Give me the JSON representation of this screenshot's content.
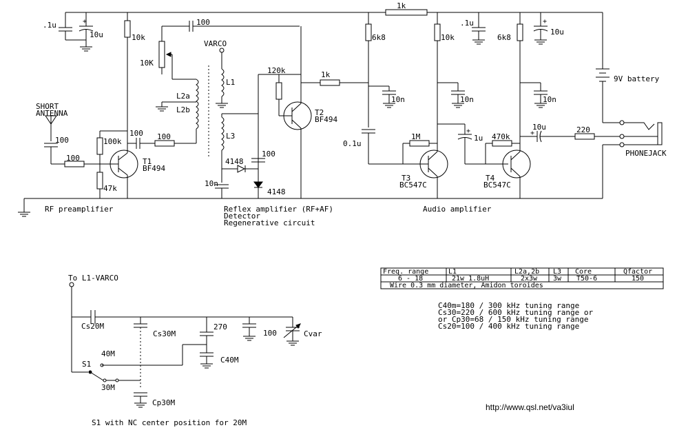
{
  "title": "",
  "sections": {
    "rf": "RF preamplifier",
    "reflex1": "Reflex amplifier (RF+AF)",
    "reflex2": "Detector",
    "reflex3": "Regenerative circuit",
    "audio": "Audio amplifier"
  },
  "components": {
    "c_01u_a": ".1u",
    "c_10u_a": "10u",
    "r_10k_a": "10k",
    "c_100_top": "100",
    "pot_10k": "10K",
    "varco": "VARCO",
    "l1": "L1",
    "l2a": "L2a",
    "l2b": "L2b",
    "l3": "L3",
    "r_120k": "120k",
    "r_1k_mid": "1k",
    "r_1k_top": "1k",
    "r_6k8_a": "6k8",
    "r_10k_b": "10k",
    "c_01u_b": ".1u",
    "r_6k8_b": "6k8",
    "c_10u_b": "10u",
    "battery": "9V battery",
    "short_ant1": "SHORT",
    "short_ant2": "ANTENNA",
    "c_100_ant": "100",
    "r_100_base": "100",
    "r_100k": "100k",
    "r_47k": "47k",
    "c_100_t1": "100",
    "r_100_t1": "100",
    "t1": "T1",
    "t1m": "BF494",
    "t2": "T2",
    "t2m": "BF494",
    "d_4148_a": "4148",
    "d_4148_b": "4148",
    "c_100_det": "100",
    "c_10n_det": "10n",
    "c_10n_a": "10n",
    "c_10n_b": "10n",
    "c_10n_c": "10n",
    "c_01u_c": "0.1u",
    "r_1m": "1M",
    "t3": "T3",
    "t3m": "BC547C",
    "c_1u": "1u",
    "r_470k": "470k",
    "t4": "T4",
    "t4m": "BC547C",
    "c_10u_out": "10u",
    "r_220": "220",
    "phonejack": "PHONEJACK"
  },
  "switch": {
    "to_l1": "To L1-VARCO",
    "cs20": "Cs20M",
    "cs30": "Cs30M",
    "c270": "270",
    "c100": "100",
    "cvar": "Cvar",
    "m40": "40M",
    "c40": "C40M",
    "s1": "S1",
    "m30": "30M",
    "cp30": "Cp30M",
    "note": "S1 with NC center position for 20M"
  },
  "coil_table": {
    "headers": [
      "Freq. range",
      "L1",
      "L2a,2b",
      "L3",
      "Core",
      "Qfactor"
    ],
    "row": [
      "6 - 18",
      "21w 1.8uH",
      "2x3w",
      "3w",
      "T50-6",
      "150"
    ],
    "footer": "Wire 0.3 mm diameter, Amidon toroides"
  },
  "notes": [
    "C40m=180 / 300 kHz tuning range",
    "Cs30=220 / 600 kHz tuning range or",
    "or Cp30=68  / 150 kHz tuning range",
    "Cs20=100 / 400 kHz tuning range"
  ],
  "url": "http://www.qsl.net/va3iul"
}
